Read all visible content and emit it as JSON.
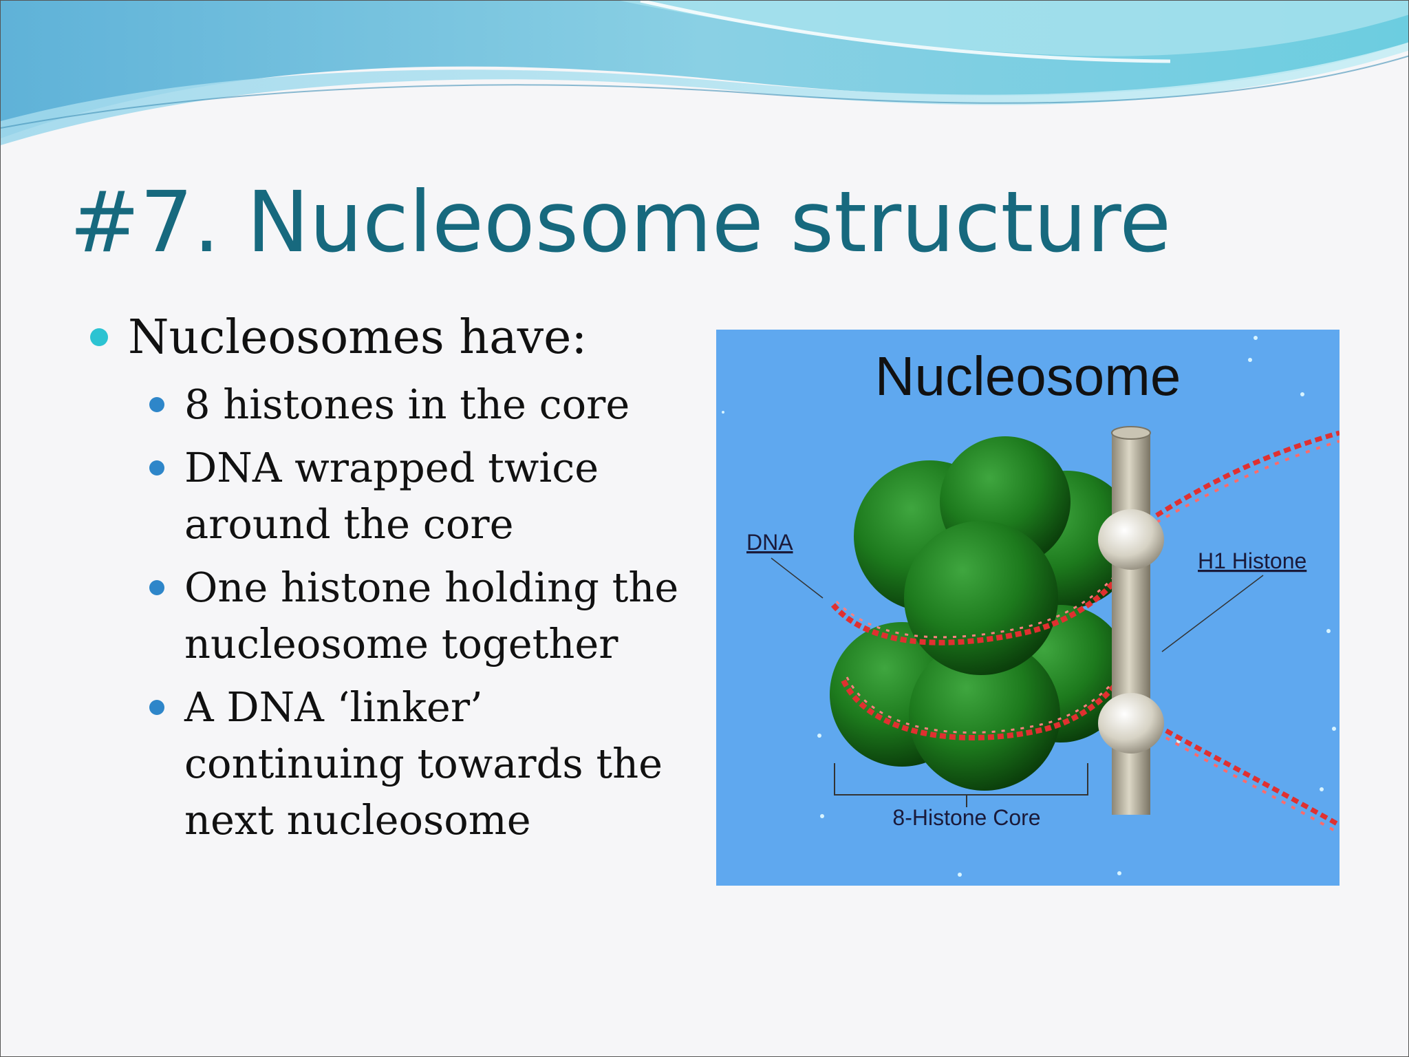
{
  "slide": {
    "title": "#7. Nucleosome structure",
    "bullets": [
      {
        "text": "Nucleosomes have:",
        "sub": [
          {
            "lines": [
              "8 histones in the core"
            ]
          },
          {
            "lines": [
              "DNA wrapped twice",
              "around the core"
            ]
          },
          {
            "lines": [
              "One histone holding the",
              "nucleosome together"
            ]
          },
          {
            "lines": [
              "A  DNA ‘linker’",
              "continuing towards the",
              "next nucleosome"
            ]
          }
        ]
      }
    ]
  },
  "figure": {
    "title": "Nucleosome",
    "label_dna": "DNA",
    "label_h1": "H1 Histone",
    "label_core": "8-Histone Core",
    "colors": {
      "background": "#5fa8ef",
      "histone": "#1f7a1f",
      "dna": "#d42a2a",
      "rod": "#b5b0a0"
    }
  },
  "colors": {
    "title": "#17697e",
    "bullet_l1": "#2cc3d2",
    "bullet_l2": "#2e86c9"
  }
}
